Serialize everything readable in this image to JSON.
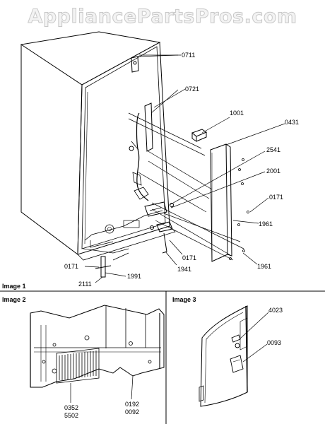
{
  "watermark": "AppliancePartsPros.com",
  "panels": {
    "image1": "Image 1",
    "image2": "Image 2",
    "image3": "Image 3"
  },
  "callouts": {
    "c0711": "0711",
    "c0721": "0721",
    "c1001": "1001",
    "c0431": "0431",
    "c2541": "2541",
    "c2001": "2001",
    "c0171_right": "0171",
    "c1961_upper": "1961",
    "c1961_lower": "1961",
    "c0171_center": "0171",
    "c1941": "1941",
    "c0171_left": "0171",
    "c1991": "1991",
    "c2111": "2111",
    "c0352": "0352",
    "c5502": "5502",
    "c0192": "0192",
    "c0092": "0092",
    "c4023": "4023",
    "c0093": "0093"
  },
  "icons": [
    "refrigerator-cabinet-rear",
    "trim-panel",
    "water-tube",
    "hinge-cover-assembly",
    "compressor-cover-grille",
    "door-edge-assembly"
  ]
}
